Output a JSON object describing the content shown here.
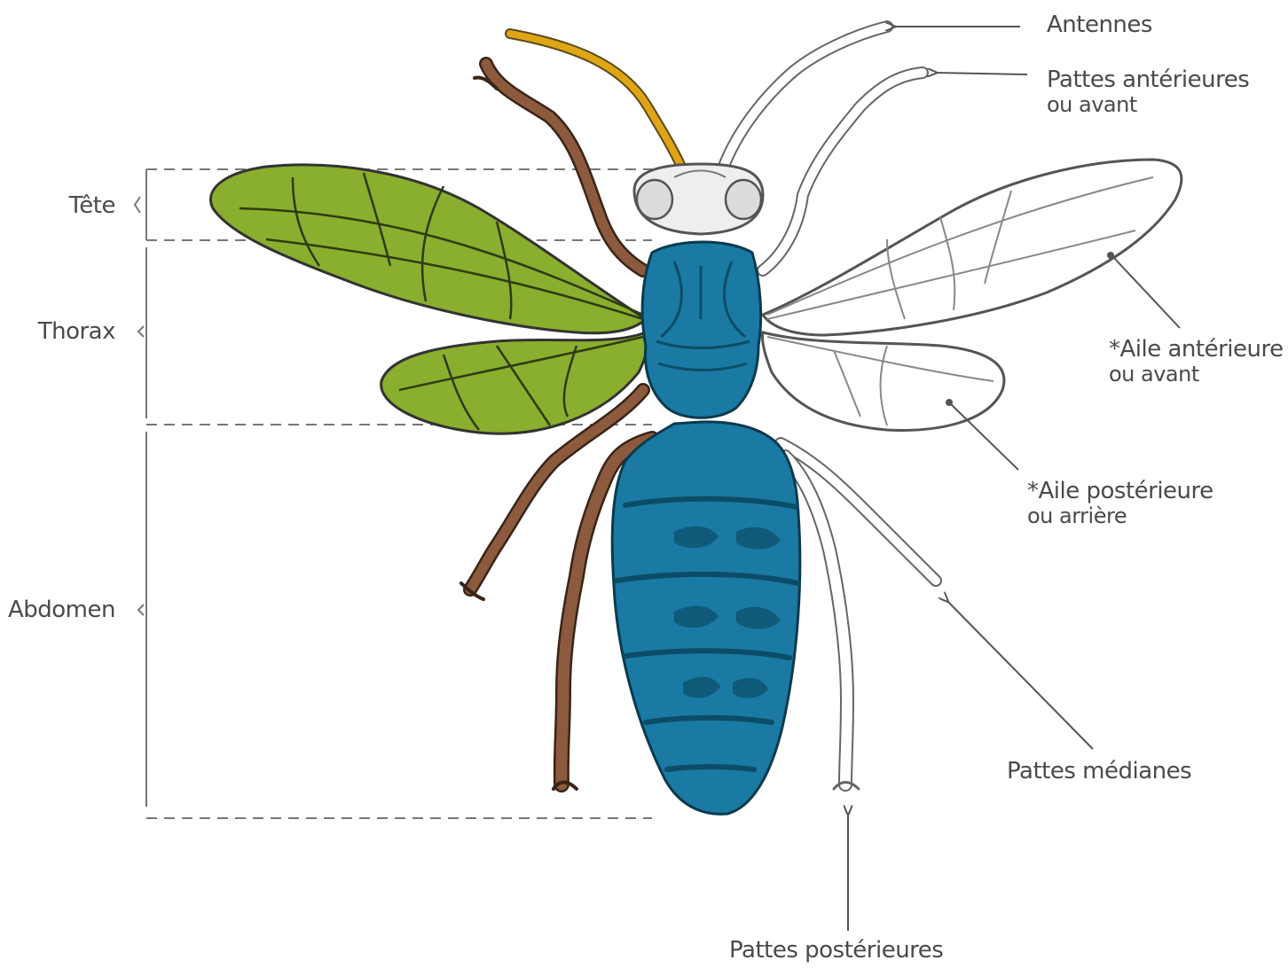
{
  "labels": {
    "tete": "Tête",
    "thorax": "Thorax",
    "abdomen": "Abdomen",
    "antennes": "Antennes",
    "pattes_anterieures_1": "Pattes antérieures",
    "pattes_anterieures_2": "ou avant",
    "aile_anterieure_1": "*Aile antérieure",
    "aile_anterieure_2": "ou avant",
    "aile_posterieure_1": "*Aile postérieure",
    "aile_posterieure_2": "ou arrière",
    "pattes_medianes": "Pattes médianes",
    "pattes_posterieures": "Pattes postérieures"
  },
  "colors": {
    "wing_highlight": "#8aae2e",
    "body_highlight": "#1a7aa3",
    "body_dark": "#0b4d66",
    "antenna_highlight": "#e0a516",
    "legs_highlight": "#8c5a3c",
    "outline": "#555555",
    "label_text": "#4a4a4a"
  }
}
